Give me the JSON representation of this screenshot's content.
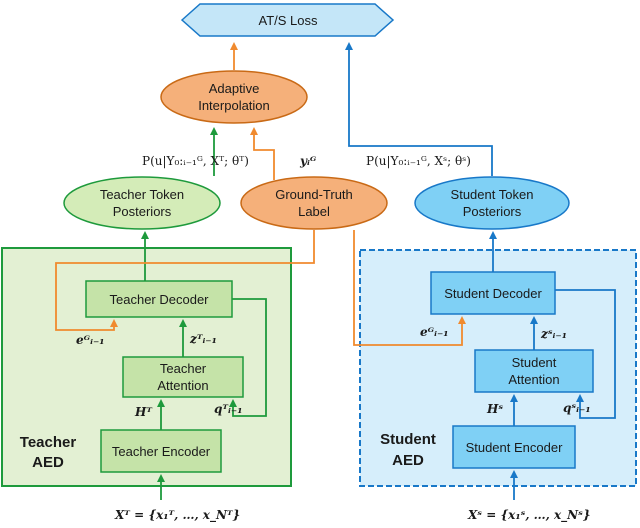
{
  "colors": {
    "teacher_green": "#1e9a3c",
    "teacher_fill_light": "#e3f0d3",
    "teacher_box_fill": "#c5e3a8",
    "student_blue": "#1878c8",
    "student_fill_light": "#d6eefb",
    "student_box_fill": "#7fd0f5",
    "orange": "#f08a2e",
    "orange_fill": "#f5b07a",
    "loss_fill": "#c4e6f8"
  },
  "loss": {
    "label": "AT/S Loss"
  },
  "interp": {
    "line1": "Adaptive",
    "line2": "Interpolation"
  },
  "teacher_posteriors": {
    "line1": "Teacher Token",
    "line2": "Posteriors"
  },
  "ground_truth": {
    "line1": "Ground-Truth",
    "line2": "Label"
  },
  "student_posteriors": {
    "line1": "Student Token",
    "line2": "Posteriors"
  },
  "teacher": {
    "title_line1": "Teacher",
    "title_line2": "AED",
    "decoder": "Teacher Decoder",
    "attention_line1": "Teacher",
    "attention_line2": "Attention",
    "encoder": "Teacher Encoder"
  },
  "student": {
    "title_line1": "Student",
    "title_line2": "AED",
    "decoder": "Student Decoder",
    "attention_line1": "Student",
    "attention_line2": "Attention",
    "encoder": "Student Encoder"
  },
  "math": {
    "teacher_posterior": "P(u|Y₀:ᵢ₋₁ᴳ, Xᵀ; θᵀ)",
    "gt_label": "yᵢᴳ",
    "student_posterior": "P(u|Y₀:ᵢ₋₁ᴳ, Xˢ; θˢ)",
    "teacher_e": "eᴳᵢ₋₁",
    "teacher_z": "zᵀᵢ₋₁",
    "teacher_H": "Hᵀ",
    "teacher_q": "qᵀᵢ₋₁",
    "teacher_X": "Xᵀ = {x₁ᵀ, …, x_Nᵀ}",
    "student_e": "eᴳᵢ₋₁",
    "student_z": "zˢᵢ₋₁",
    "student_H": "Hˢ",
    "student_q": "qˢᵢ₋₁",
    "student_X": "Xˢ = {x₁ˢ, …, x_Nˢ}"
  }
}
